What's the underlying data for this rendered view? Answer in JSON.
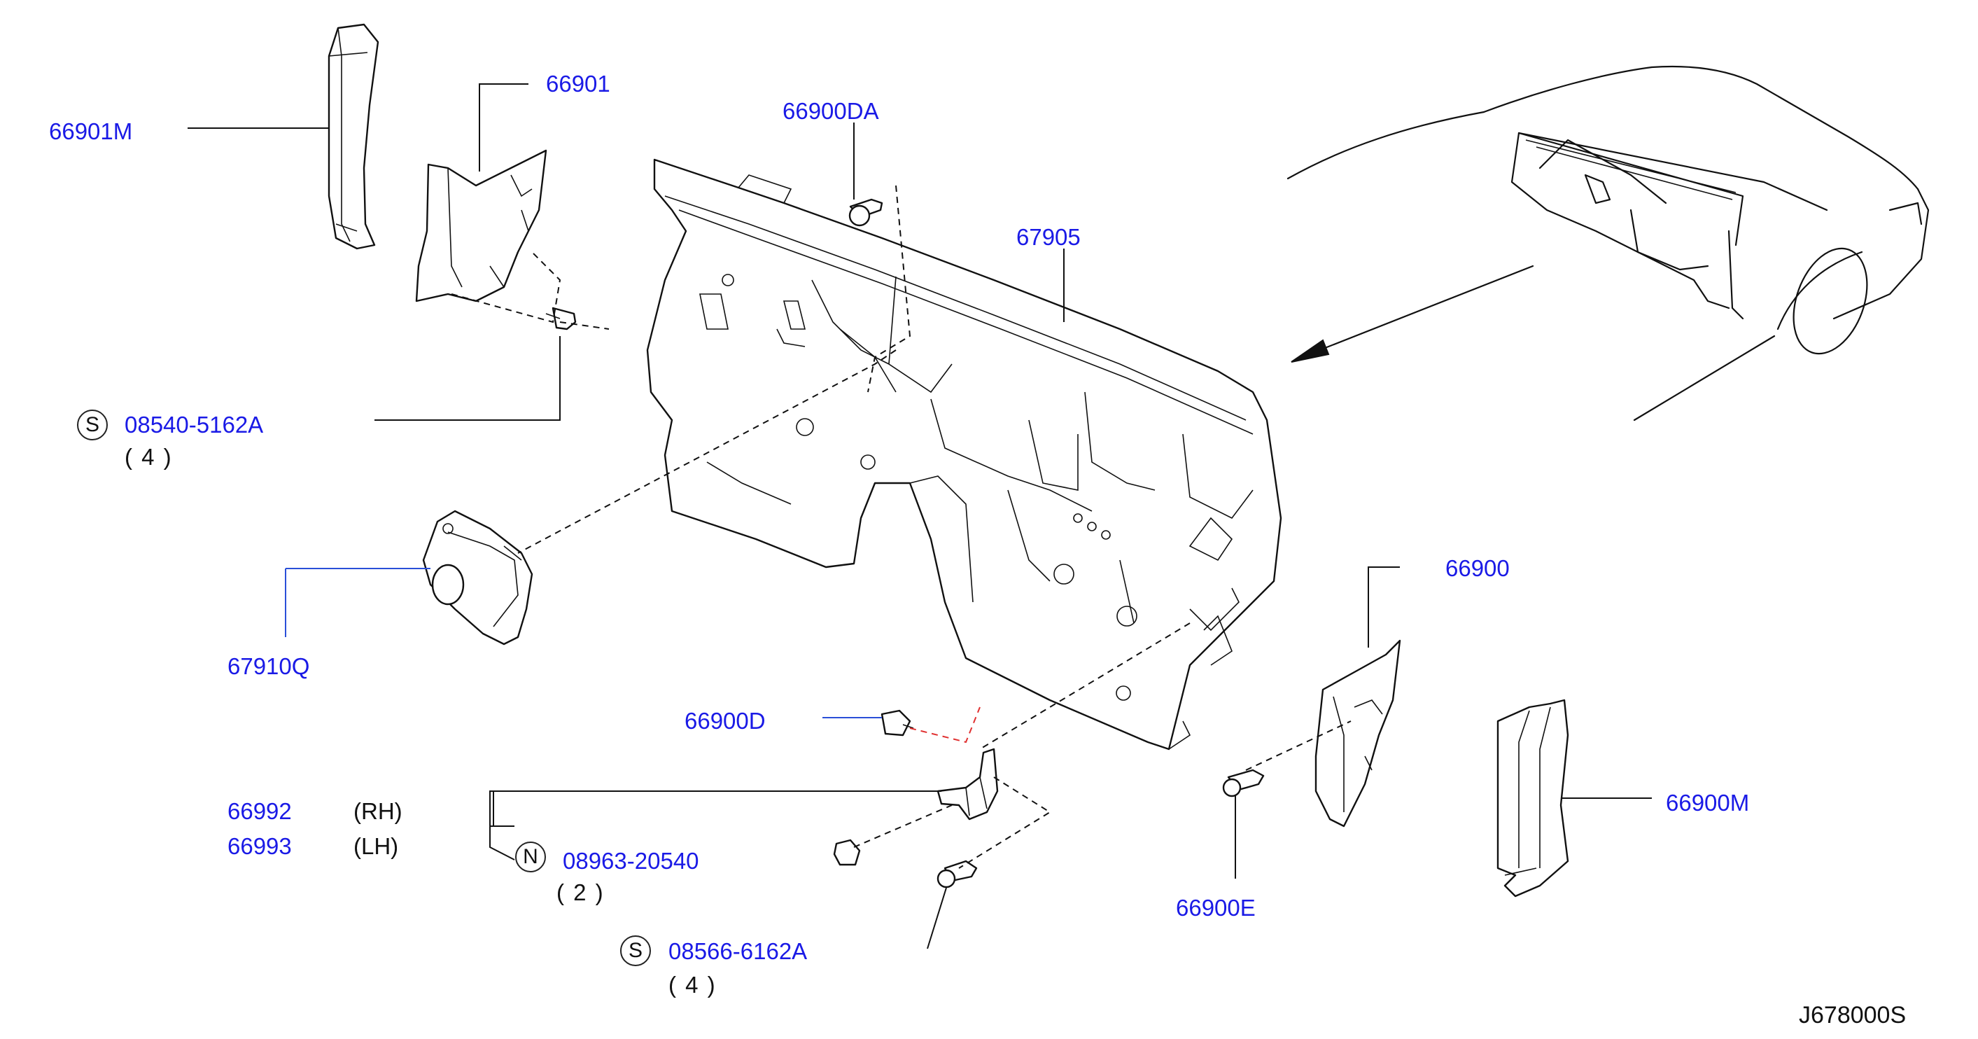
{
  "diagram_code": "J678000S",
  "labels": {
    "p66901M": "66901M",
    "p66901": "66901",
    "p66900DA": "66900DA",
    "p67905": "67905",
    "p08540": "08540-5162A",
    "p08540_qty": "(  4  )",
    "p67910Q": "67910Q",
    "p66900": "66900",
    "p66900D": "66900D",
    "p66992": "66992",
    "p66992_side": "(RH)",
    "p66993": "66993",
    "p66993_side": "(LH)",
    "p08963": "08963-20540",
    "p08963_qty": "(  2  )",
    "p08566": "08566-6162A",
    "p08566_qty": "(  4  )",
    "p66900E": "66900E",
    "p66900M": "66900M"
  },
  "symbols": {
    "s_08540": "S",
    "s_08963": "N",
    "s_08566": "S"
  },
  "colors": {
    "part_number": "#1a1ae6",
    "line": "#111111",
    "red_leader": "#e03030"
  }
}
